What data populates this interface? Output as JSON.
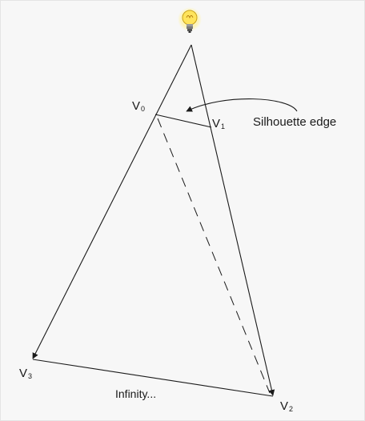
{
  "labels": {
    "silhouette": "Silhouette edge",
    "infinity": "Infinity..."
  },
  "vertices": [
    {
      "letter": "V",
      "index": "0"
    },
    {
      "letter": "V",
      "index": "1"
    },
    {
      "letter": "V",
      "index": "2"
    },
    {
      "letter": "V",
      "index": "3"
    }
  ],
  "icons": {
    "light": "light-bulb-icon"
  },
  "colors": {
    "background": "#f7f7f7",
    "stroke": "#1a1a1a",
    "bulb_glow": "#fff3a8",
    "bulb_glass": "#ffe45c"
  }
}
